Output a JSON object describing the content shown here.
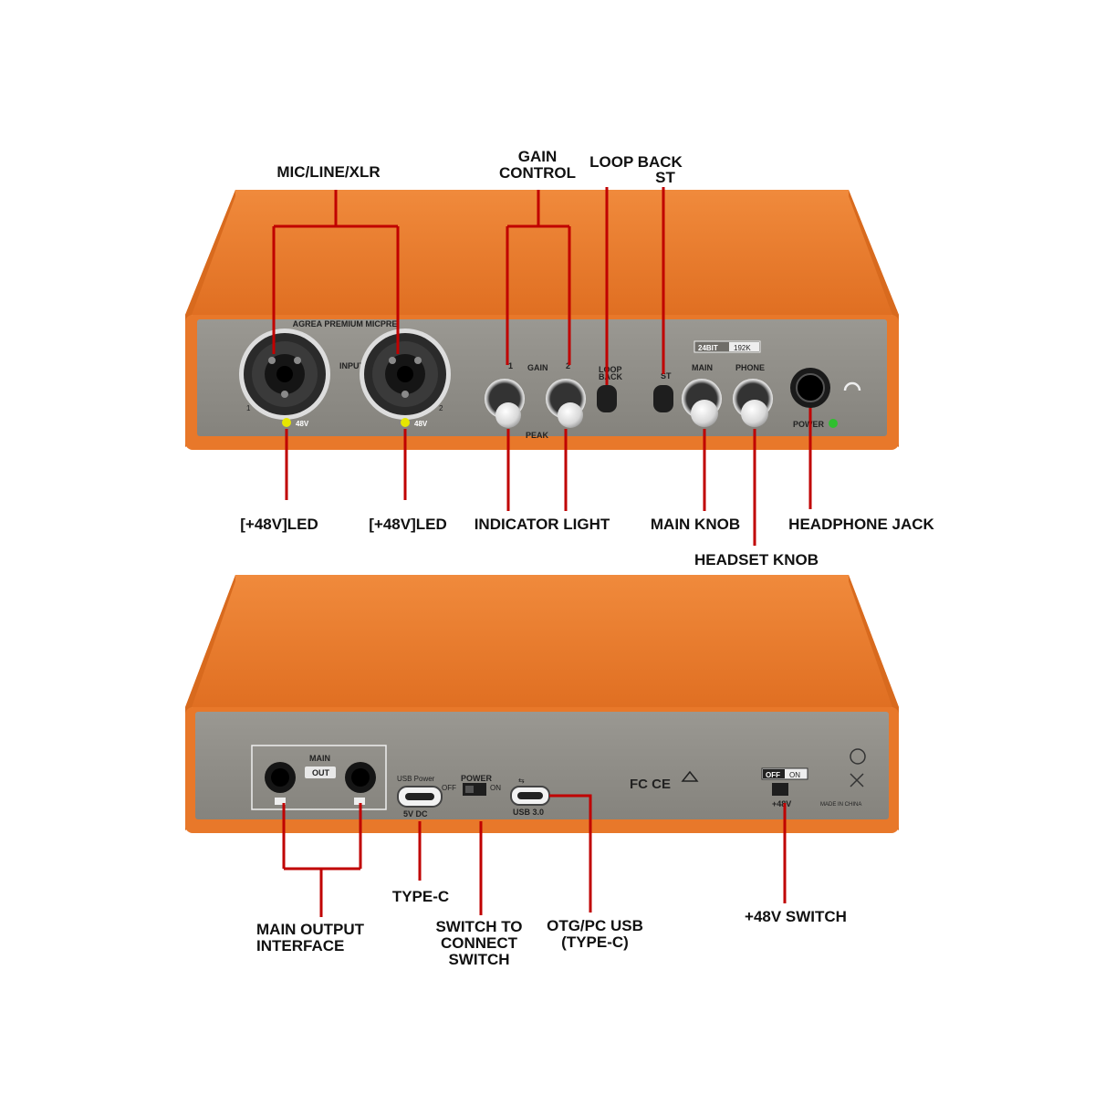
{
  "front_panel": {
    "callouts": {
      "mic_line_xlr": "MIC/LINE/XLR",
      "gain_control_1": "GAIN",
      "gain_control_2": "CONTROL",
      "loop_back": "LOOP BACK",
      "st": "ST",
      "led_48v_left": "[+48V]LED",
      "led_48v_right": "[+48V]LED",
      "indicator_light": "INDICATOR LIGHT",
      "main_knob": "MAIN KNOB",
      "headset_knob": "HEADSET KNOB",
      "headphone_jack": "HEADPHONE JACK"
    },
    "panel_text": {
      "brand_strip": "AGREA PREMIUM MICPRE",
      "input": "INPUT",
      "ch1": "1",
      "ch2": "2",
      "led48_1": "48V",
      "led48_2": "48V",
      "gain": "GAIN",
      "gain1": "1",
      "gain2": "2",
      "peak": "PEAK",
      "loop": "LOOP",
      "back": "BACK",
      "st": "ST",
      "bit": "24BIT",
      "khz": "192K",
      "main": "MAIN",
      "phone": "PHONE",
      "power": "POWER"
    }
  },
  "rear_panel": {
    "callouts": {
      "main_output_1": "MAIN OUTPUT",
      "main_output_2": "INTERFACE",
      "type_c": "TYPE-C",
      "switch_1": "SWITCH TO",
      "switch_2": "CONNECT",
      "switch_3": "SWITCH",
      "otg_1": "OTG/PC USB",
      "otg_2": "(TYPE-C)",
      "switch_48v": "+48V SWITCH"
    },
    "panel_text": {
      "main": "MAIN",
      "out": "OUT",
      "usb_power": "USB Power",
      "dc": "5V DC",
      "power": "POWER",
      "off": "OFF",
      "on": "ON",
      "usb30": "USB 3.0",
      "cert": "FC CE",
      "sw_off": "OFF",
      "sw_on": "ON",
      "v48": "+48V",
      "made": "MADE IN CHINA"
    }
  },
  "colors": {
    "orange": "#e8782a",
    "panel_gray": "#8e8c86",
    "leader_red": "#c00000"
  }
}
